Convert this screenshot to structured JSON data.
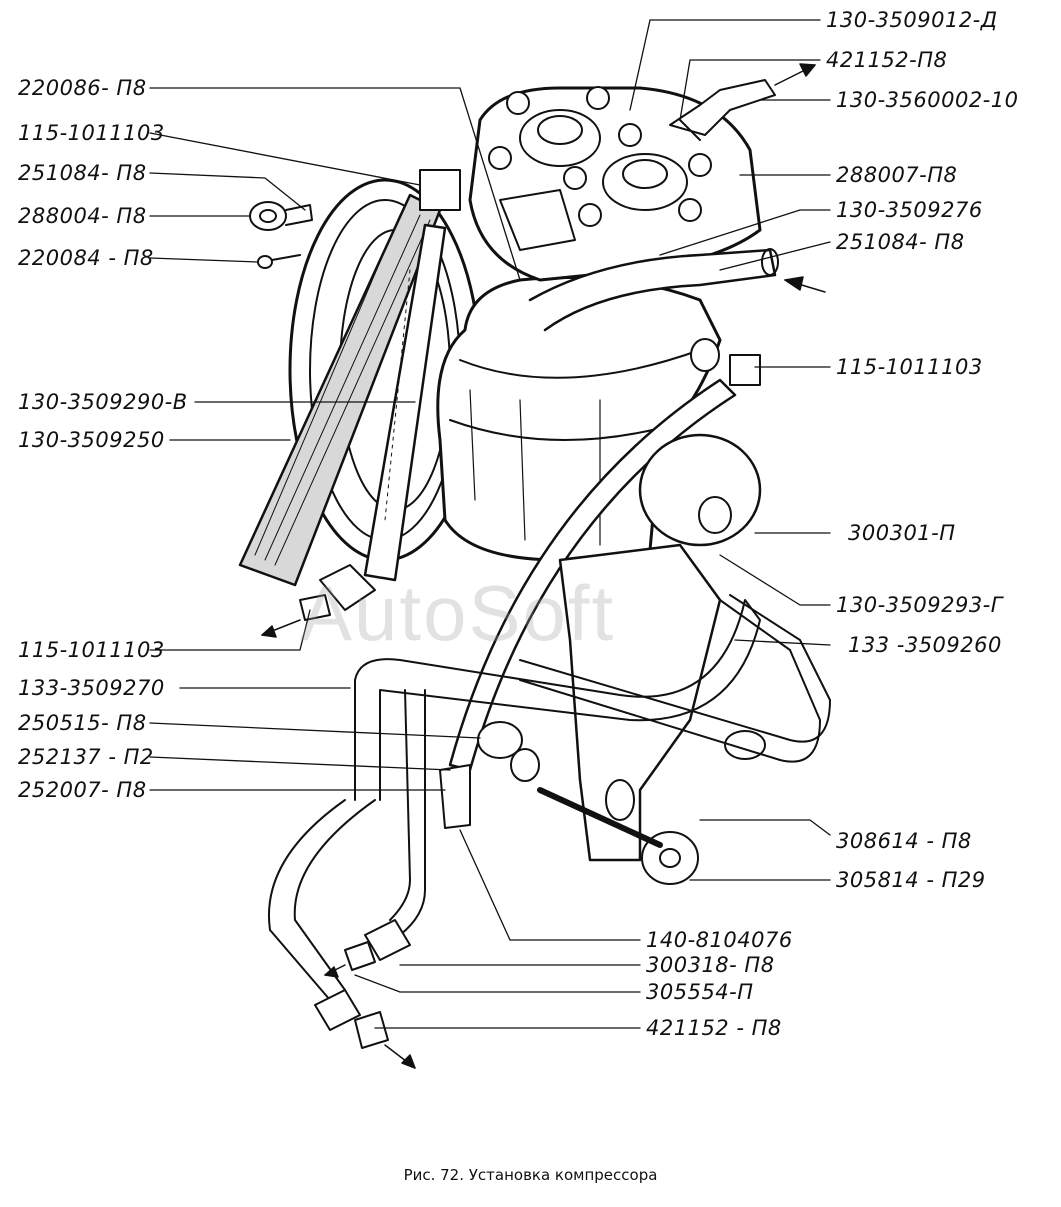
{
  "colors": {
    "ink": "#111111",
    "paper": "#ffffff",
    "watermark": "#a0a0a0"
  },
  "watermark": "AutoSoft",
  "caption": "Рис. 72. Установка компрессора",
  "labels_left": [
    "220086- П8",
    "115-1011103",
    "251084- П8",
    "288004- П8",
    "220084 - П8",
    "130-3509290-В",
    "130-3509250",
    "115-1011103",
    "133-3509270",
    "250515- П8",
    "252137 - П2",
    "252007- П8"
  ],
  "labels_right": [
    "130-3509012-Д",
    "421152-П8",
    "130-3560002-10",
    "288007-П8",
    "130-3509276",
    "251084- П8",
    "115-1011103",
    "300301-П",
    "130-3509293-Г",
    "133 -3509260",
    "308614 - П8",
    "305814 - П29"
  ],
  "labels_bottom": [
    "140-8104076",
    "300318- П8",
    "305554-П",
    "421152 - П8"
  ]
}
